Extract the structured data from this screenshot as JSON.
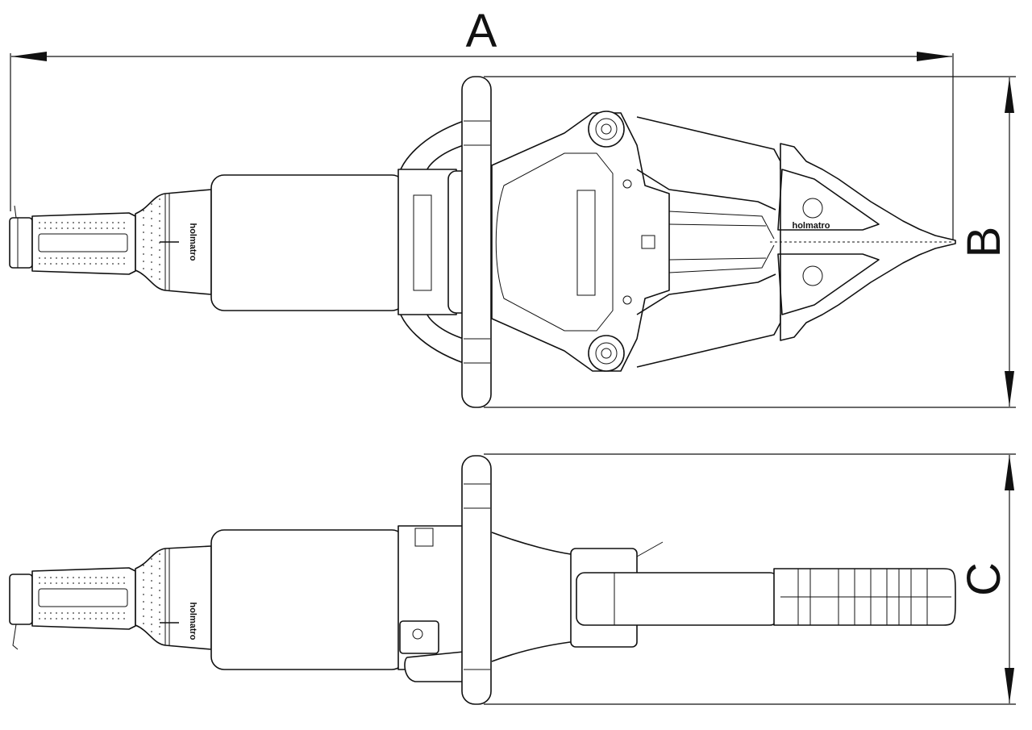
{
  "dimensions": {
    "a_label": "A",
    "b_label": "B",
    "c_label": "C"
  },
  "branding": {
    "collar_logo": "holmatro",
    "jaw_logo": "holmatro",
    "side_collar_logo": "holmatro"
  },
  "colors": {
    "line": "#111111",
    "background": "#ffffff"
  }
}
